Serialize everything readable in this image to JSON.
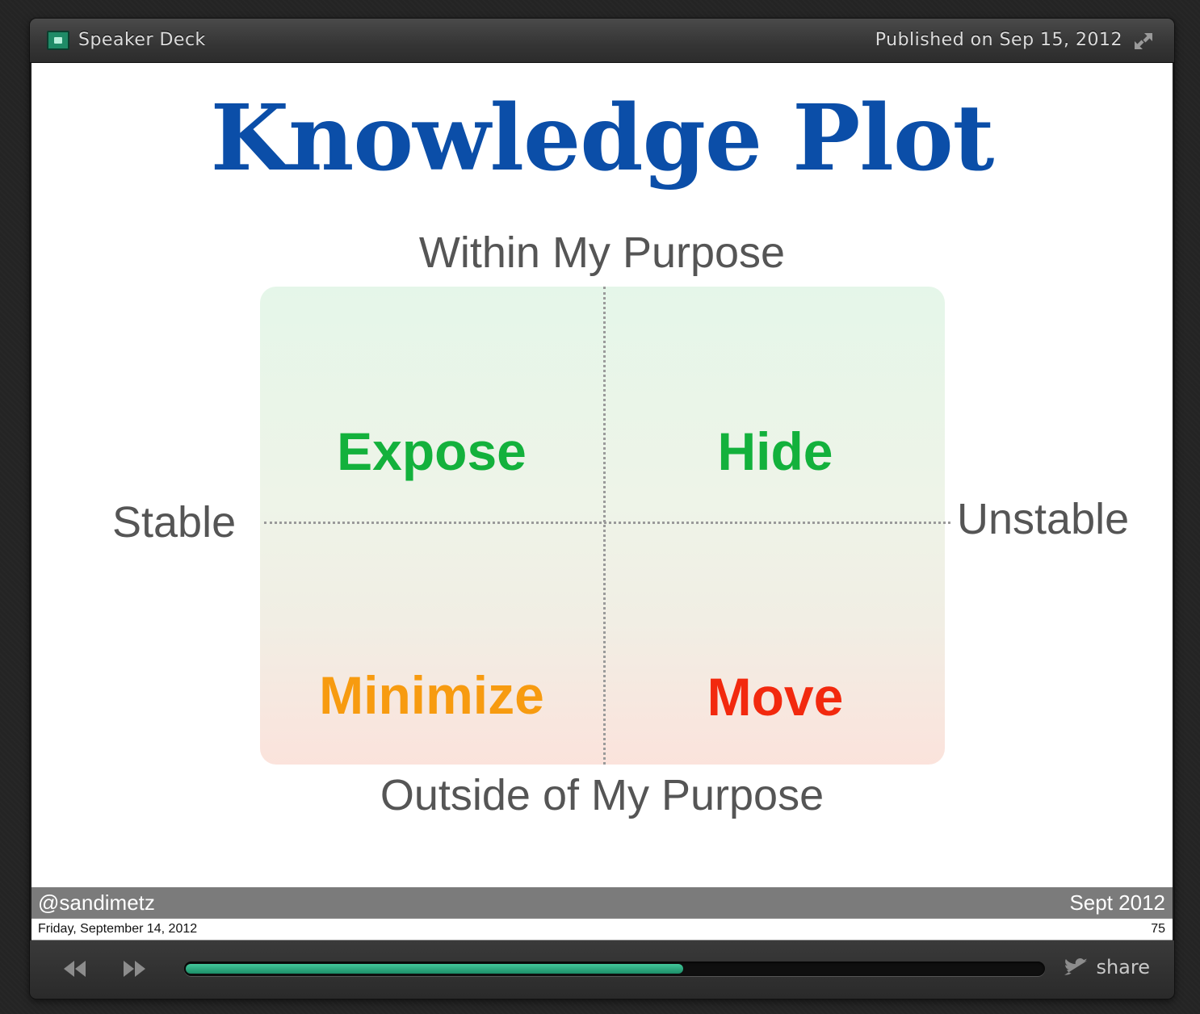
{
  "window": {
    "brand": "Speaker Deck",
    "published": "Published on Sep 15, 2012"
  },
  "slide": {
    "title": "Knowledge Plot",
    "top_label": "Within My Purpose",
    "bottom_label": "Outside of My Purpose",
    "left_label": "Stable",
    "right_label": "Unstable",
    "quadrants": {
      "top_left": "Expose",
      "top_right": "Hide",
      "bottom_left": "Minimize",
      "bottom_right": "Move"
    },
    "footer_handle": "@sandimetz",
    "footer_date": "Sept 2012"
  },
  "print_footer": {
    "date": "Friday, September 14, 2012",
    "page": "75"
  },
  "controls": {
    "prev_icon": "rewind-icon",
    "next_icon": "fast-forward-icon",
    "progress_fraction": 0.58,
    "share_label": "share",
    "share_icon": "twitter-bird-icon"
  },
  "colors": {
    "title": "#0b4ea8",
    "expose_hide": "#13b13c",
    "minimize": "#f79b10",
    "move": "#f2290e",
    "progress": "#1c8e68"
  }
}
